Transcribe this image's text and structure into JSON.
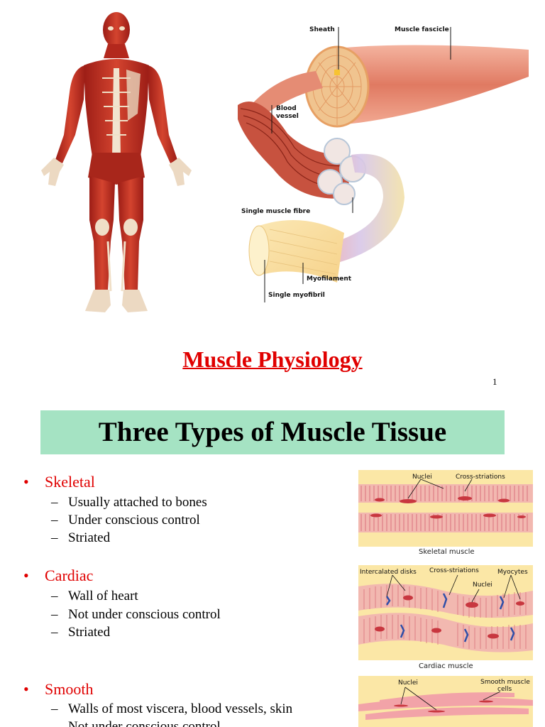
{
  "slide1": {
    "callouts": {
      "sheath": "Sheath",
      "fascicle": "Muscle fascicle",
      "blood_vessel_1": "Blood",
      "blood_vessel_2": "vessel",
      "single_fibre": "Single muscle fibre",
      "myofilament": "Myofilament",
      "myofibril": "Single myofibril"
    },
    "title": "Muscle Physiology",
    "page_number": "1"
  },
  "slide2": {
    "title": "Three Types of Muscle Tissue",
    "sections": [
      {
        "bullet": "•",
        "heading": "Skeletal",
        "items": [
          "Usually attached to bones",
          "Under conscious control",
          "Striated"
        ]
      },
      {
        "bullet": "•",
        "heading": "Cardiac",
        "items": [
          "Wall of heart",
          "Not under conscious control",
          "Striated"
        ]
      },
      {
        "bullet": "•",
        "heading": "Smooth",
        "items": [
          "Walls of most viscera, blood vessels, skin",
          "Not under conscious control"
        ]
      }
    ],
    "dash": "–",
    "images": {
      "skeletal": {
        "labels": [
          "Nuclei",
          "Cross-striations"
        ],
        "caption": "Skeletal muscle"
      },
      "cardiac": {
        "labels": [
          "Intercalated disks",
          "Cross-striations",
          "Myocytes",
          "Nuclei"
        ],
        "caption": "Cardiac muscle"
      },
      "smooth": {
        "labels": [
          "Nuclei",
          "Smooth muscle",
          "cells"
        ]
      }
    }
  },
  "colors": {
    "title_red": "#e00000",
    "title_band": "#a5e3c3",
    "muscle_red": "#c8372b",
    "tissue_pink": "#f2b8b0",
    "tissue_bg": "#fbe7a6"
  }
}
